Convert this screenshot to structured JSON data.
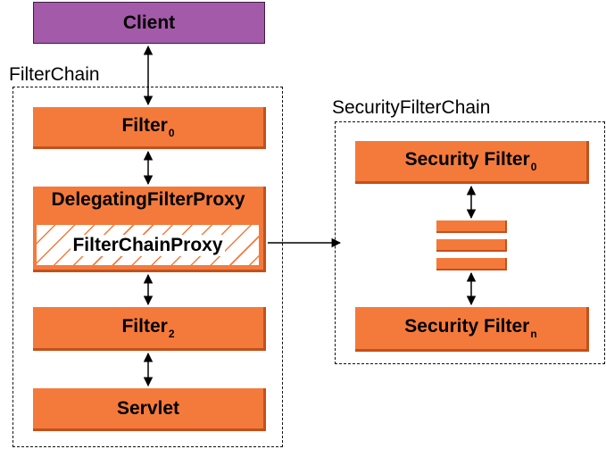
{
  "client": {
    "label": "Client"
  },
  "filter_chain": {
    "title": "FilterChain",
    "filter0": {
      "label": "Filter",
      "sub": "0"
    },
    "delegating": {
      "label": "DelegatingFilterProxy"
    },
    "filter_chain_proxy": {
      "label": "FilterChainProxy"
    },
    "filter2": {
      "label": "Filter",
      "sub": "2"
    },
    "servlet": {
      "label": "Servlet"
    }
  },
  "security_filter_chain": {
    "title": "SecurityFilterChain",
    "first": {
      "label": "Security Filter",
      "sub": "0"
    },
    "last": {
      "label": "Security Filter",
      "sub": "n"
    }
  },
  "colors": {
    "orange": "#f47a3c",
    "purple": "#a35aa8"
  }
}
